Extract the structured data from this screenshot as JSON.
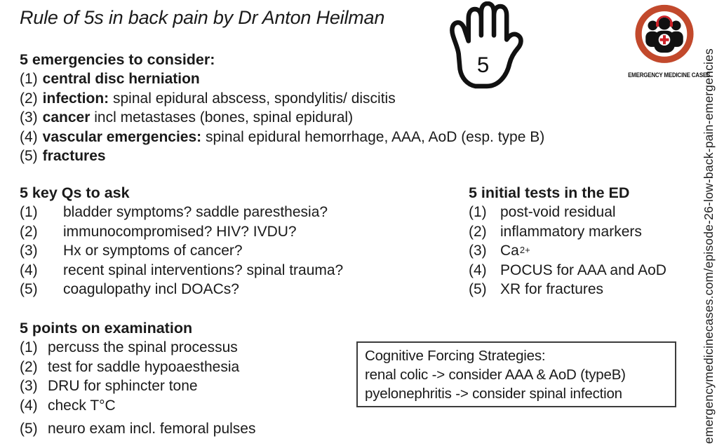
{
  "title": "Rule of 5s in back pain by Dr Anton Heilman",
  "hand": {
    "icon": "hand-5-icon",
    "number": "5"
  },
  "logo": {
    "icon": "emc-logo-icon",
    "caption": "EMERGENCY MEDICINE CASES"
  },
  "side_url": "emergencymedicinecases.com/episode-26-low-back-pain-emergencies",
  "colors": {
    "text": "#1a1a1a",
    "logo_ring": "#c2492c",
    "logo_red": "#cc2127"
  },
  "sections": {
    "emergencies": {
      "header": "5 emergencies to consider:",
      "items": [
        {
          "num": "(1)",
          "bold": "central disc herniation",
          "rest": ""
        },
        {
          "num": "(2)",
          "bold": "infection:",
          "rest": " spinal epidural abscess, spondylitis/ discitis"
        },
        {
          "num": "(3)",
          "bold": "cancer",
          "rest": " incl metastases (bones, spinal epidural)"
        },
        {
          "num": "(4)",
          "bold": "vascular emergencies:",
          "rest": " spinal epidural hemorrhage, AAA, AoD (esp. type B)"
        },
        {
          "num": "(5)",
          "bold": "fractures",
          "rest": ""
        }
      ]
    },
    "key_questions": {
      "header": "5 key Qs to ask",
      "items": [
        {
          "num": "(1)",
          "text": "bladder symptoms? saddle paresthesia?"
        },
        {
          "num": "(2)",
          "text": "immunocompromised? HIV? IVDU?"
        },
        {
          "num": "(3)",
          "text": "Hx or symptoms of cancer?"
        },
        {
          "num": "(4)",
          "text": "recent spinal interventions? spinal trauma?"
        },
        {
          "num": "(5)",
          "text": "coagulopathy incl DOACs?"
        }
      ]
    },
    "initial_tests": {
      "header": "5 initial tests in the ED",
      "items": [
        {
          "num": "(1)",
          "text": "post-void residual"
        },
        {
          "num": "(2)",
          "text": "inflammatory markers"
        },
        {
          "num": "(3)",
          "text": "Ca",
          "sup": "2+"
        },
        {
          "num": "(4)",
          "text": "POCUS for AAA and AoD"
        },
        {
          "num": "(5)",
          "text": "XR for fractures"
        }
      ]
    },
    "examination": {
      "header": "5 points on examination",
      "items": [
        {
          "num": "(1)",
          "text": "percuss the spinal processus"
        },
        {
          "num": "(2)",
          "text": "test for saddle hypoaesthesia"
        },
        {
          "num": "(3)",
          "text": "DRU for sphincter tone"
        },
        {
          "num": "(4)",
          "text": "check T°C"
        },
        {
          "num": "(5)",
          "text": "neuro exam incl. femoral pulses"
        }
      ]
    }
  },
  "cognitive_box": {
    "lines": [
      "Cognitive Forcing Strategies:",
      "renal colic -> consider AAA & AoD (typeB)",
      "pyelonephritis -> consider spinal infection"
    ]
  }
}
